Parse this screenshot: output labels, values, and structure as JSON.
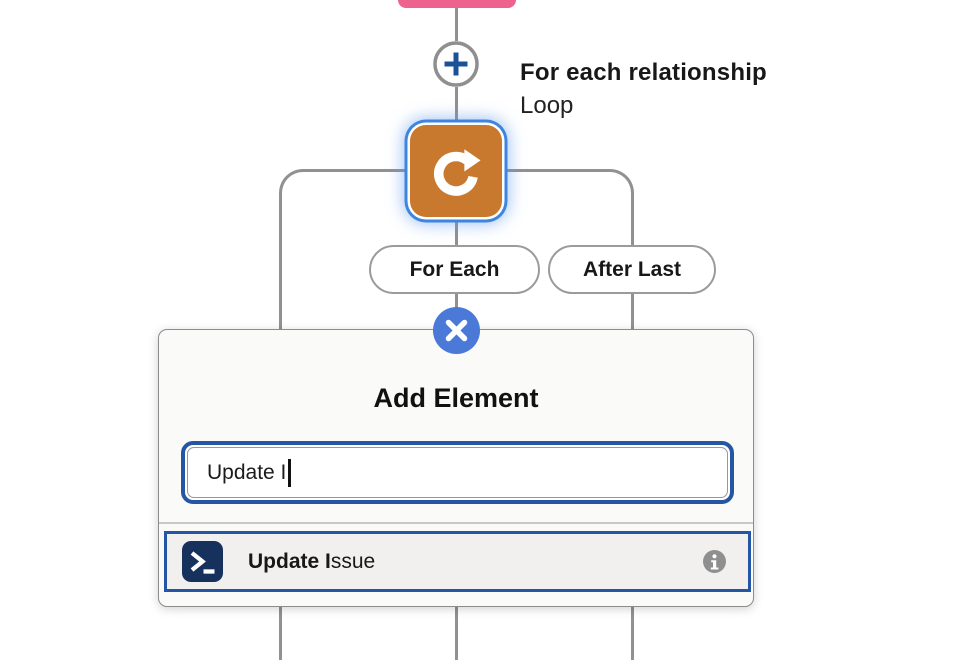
{
  "flow": {
    "node": {
      "title": "For each relationship",
      "type_label": "Loop",
      "icon": "loop-icon"
    },
    "branches": [
      {
        "label": "For Each"
      },
      {
        "label": "After Last"
      }
    ]
  },
  "popup": {
    "title": "Add Element",
    "search": {
      "value": "Update I"
    },
    "results": [
      {
        "match": "Update I",
        "rest": "ssue",
        "icon": "apex-terminal-icon",
        "info": "info-icon"
      }
    ]
  },
  "colors": {
    "connector_gray": "#919191",
    "loop_orange": "#C8792E",
    "focus_ring_blue": "#3D85E0",
    "selection_blue": "#2456A3",
    "close_button_blue": "#4B79D8",
    "previous_node_pink": "#EE6290",
    "apex_icon_navy": "#16325C",
    "info_icon_gray": "#8F8F8F",
    "plus_icon_navy": "#1B5297"
  }
}
